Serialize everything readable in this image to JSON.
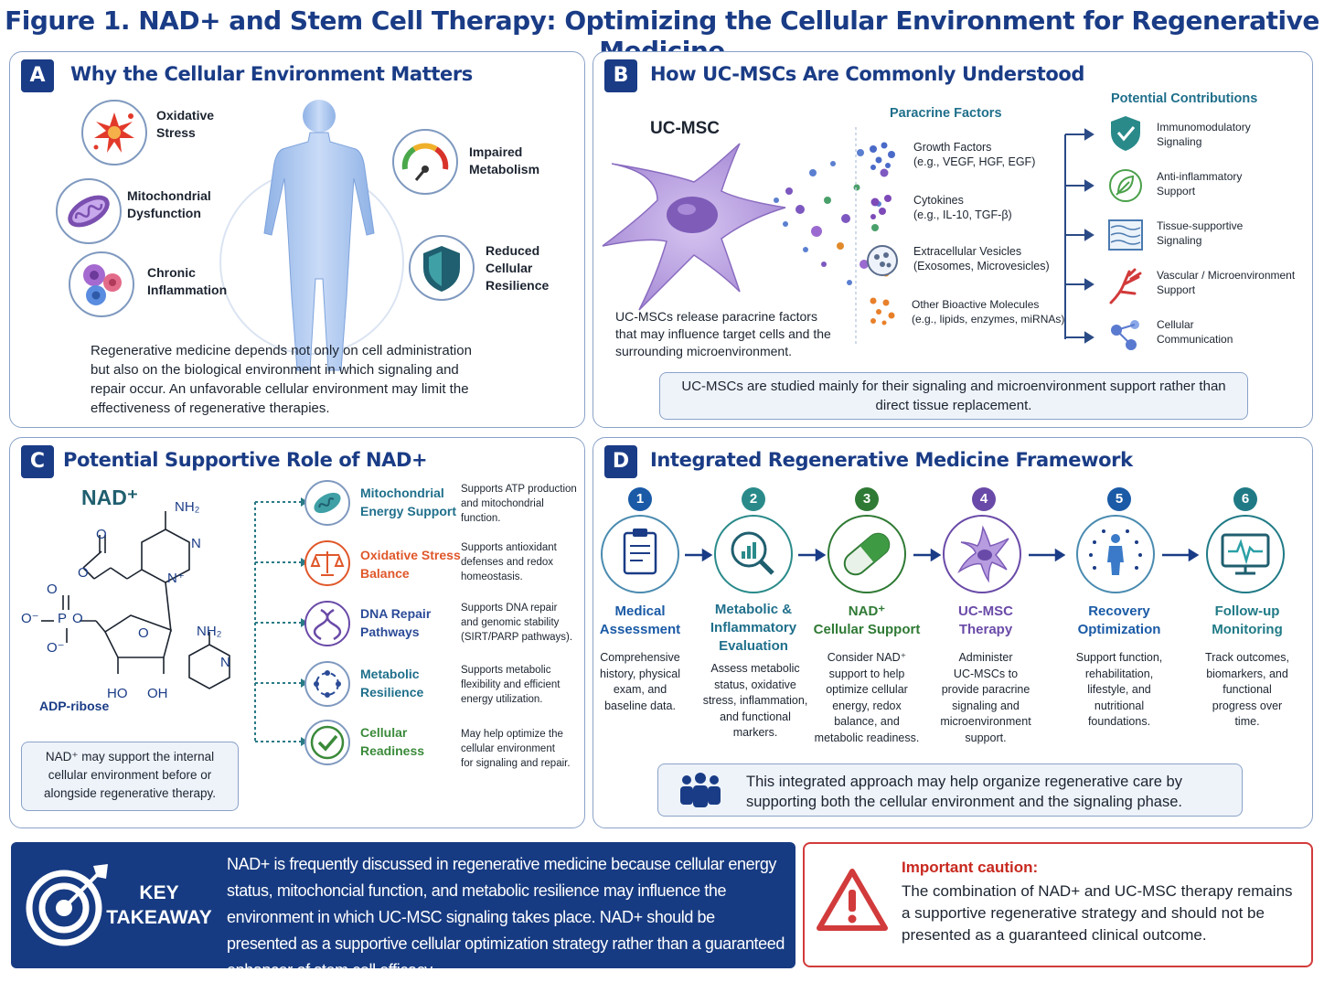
{
  "title": "Figure 1. NAD+ and Stem Cell Therapy: Optimizing the Cellular Environment for Regenerative Medicine",
  "panelA": {
    "badge": "A",
    "title": "Why the Cellular Environment Matters",
    "items": [
      {
        "label": "Oxidative\nStress",
        "icon": "oxidative-stress-icon"
      },
      {
        "label": "Mitochondrial\nDysfunction",
        "icon": "mitochondria-icon"
      },
      {
        "label": "Chronic\nInflammation",
        "icon": "inflammation-cells-icon"
      },
      {
        "label": "Impaired\nMetabolism",
        "icon": "gauge-icon"
      },
      {
        "label": "Reduced\nCellular\nResilience",
        "icon": "shield-icon"
      }
    ],
    "text": "Regenerative medicine depends not only on cell administration but also on the biological environment in which signaling and repair occur. An unfavorable cellular environment may limit the effectiveness of regenerative therapies."
  },
  "panelB": {
    "badge": "B",
    "title": "How UC-MSCs Are Commonly Understood",
    "cell_label": "UC-MSC",
    "cell_text": "UC-MSCs release paracrine factors that may influence target cells and the surrounding microenvironment.",
    "paracrine_heading": "Paracrine Factors",
    "paracrine": [
      {
        "label": "Growth Factors\n(e.g., VEGF, HGF, EGF)"
      },
      {
        "label": "Cytokines\n(e.g., IL-10, TGF-β)"
      },
      {
        "label": "Extracellular Vesicles\n(Exosomes, Microvesicles)"
      },
      {
        "label": "Other Bioactive Molecules\n(e.g., lipids, enzymes, miRNAs)"
      }
    ],
    "contrib_heading": "Potential Contributions",
    "contributions": [
      {
        "label": "Immunomodulatory\nSignaling"
      },
      {
        "label": "Anti-inflammatory\nSupport"
      },
      {
        "label": "Tissue-supportive\nSignaling"
      },
      {
        "label": "Vascular / Microenvironment\nSupport"
      },
      {
        "label": "Cellular\nCommunication"
      }
    ],
    "note": "UC-MSCs are studied mainly for their signaling and microenvironment support rather than direct tissue replacement."
  },
  "panelC": {
    "badge": "C",
    "title": "Potential Supportive Role of NAD+",
    "molecule_title": "NAD⁺",
    "molecule_label": "ADP-ribose",
    "atoms": {
      "nh2": "NH₂",
      "n": "N",
      "nplus": "N⁺",
      "o": "O",
      "p": "P",
      "ominus": "O⁻",
      "ho": "HO",
      "oh": "OH"
    },
    "roles": [
      {
        "title": "Mitochondrial\nEnergy Support",
        "desc": "Supports ATP production\nand mitochondrial\nfunction.",
        "color": "#1f6f8b"
      },
      {
        "title": "Oxidative Stress\nBalance",
        "desc": "Supports antioxidant\ndefenses and redox\nhomeostasis.",
        "color": "#e0572a"
      },
      {
        "title": "DNA Repair\nPathways",
        "desc": "Supports DNA repair\nand genomic stability\n(SIRT/PARP pathways).",
        "color": "#2b4b97"
      },
      {
        "title": "Metabolic\nResilience",
        "desc": "Supports metabolic\nflexibility and efficient\nenergy utilization.",
        "color": "#1f6f8b"
      },
      {
        "title": "Cellular\nReadiness",
        "desc": "May help optimize the\ncellular environment\nfor signaling and repair.",
        "color": "#3a8a3a"
      }
    ],
    "note": "NAD⁺ may support the internal cellular environment before or alongside regenerative therapy."
  },
  "panelD": {
    "badge": "D",
    "title": "Integrated Regenerative Medicine Framework",
    "steps": [
      {
        "num": "1",
        "title": "Medical\nAssessment",
        "desc": "Comprehensive\nhistory, physical\nexam, and\nbaseline data.",
        "color": "#1a5aa6",
        "icon": "clipboard-icon"
      },
      {
        "num": "2",
        "title": "Metabolic &\nInflammatory\nEvaluation",
        "desc": "Assess metabolic\nstatus, oxidative\nstress, inflammation,\nand functional\nmarkers.",
        "color": "#2a8a8a",
        "icon": "magnifier-chart-icon"
      },
      {
        "num": "3",
        "title": "NAD⁺\nCellular Support",
        "desc": "Consider NAD⁺\nsupport to help\noptimize cellular\nenergy, redox\nbalance, and\nmetabolic readiness.",
        "color": "#2f7a34",
        "icon": "capsule-icon"
      },
      {
        "num": "4",
        "title": "UC-MSC\nTherapy",
        "desc": "Administer\nUC-MSCs to\nprovide paracrine\nsignaling and\nmicroenvironment\nsupport.",
        "color": "#6a4aa8",
        "icon": "stem-cell-icon"
      },
      {
        "num": "5",
        "title": "Recovery\nOptimization",
        "desc": "Support function,\nrehabilitation,\nlifestyle, and\nnutritional\nfoundations.",
        "color": "#1a5aa6",
        "icon": "body-recovery-icon"
      },
      {
        "num": "6",
        "title": "Follow-up\nMonitoring",
        "desc": "Track outcomes,\nbiomarkers, and\nfunctional\nprogress over\ntime.",
        "color": "#1f7a86",
        "icon": "monitor-icon"
      }
    ],
    "note": "This integrated approach may help organize regenerative care by supporting both the cellular environment and the signaling phase."
  },
  "key": {
    "label": "KEY\nTAKEAWAY",
    "text": "NAD+ is frequently discussed in regenerative medicine because cellular energy status, mitochoncial function, and metabolic resilience may influence the environment in which UC-MSC signaling takes place. NAD+ should be presented as a supportive cellular optimization strategy rather than a guaranteed enhancer of stem cell efficacy."
  },
  "caution": {
    "title": "Important caution:",
    "text": "The combination of NAD+ and UC-MSC therapy remains a supportive regenerative strategy and should not be presented as a guaranteed clinical outcome."
  },
  "colors": {
    "navy": "#1a3c86",
    "border": "#8aa2c8",
    "caution": "#d23b3b"
  }
}
